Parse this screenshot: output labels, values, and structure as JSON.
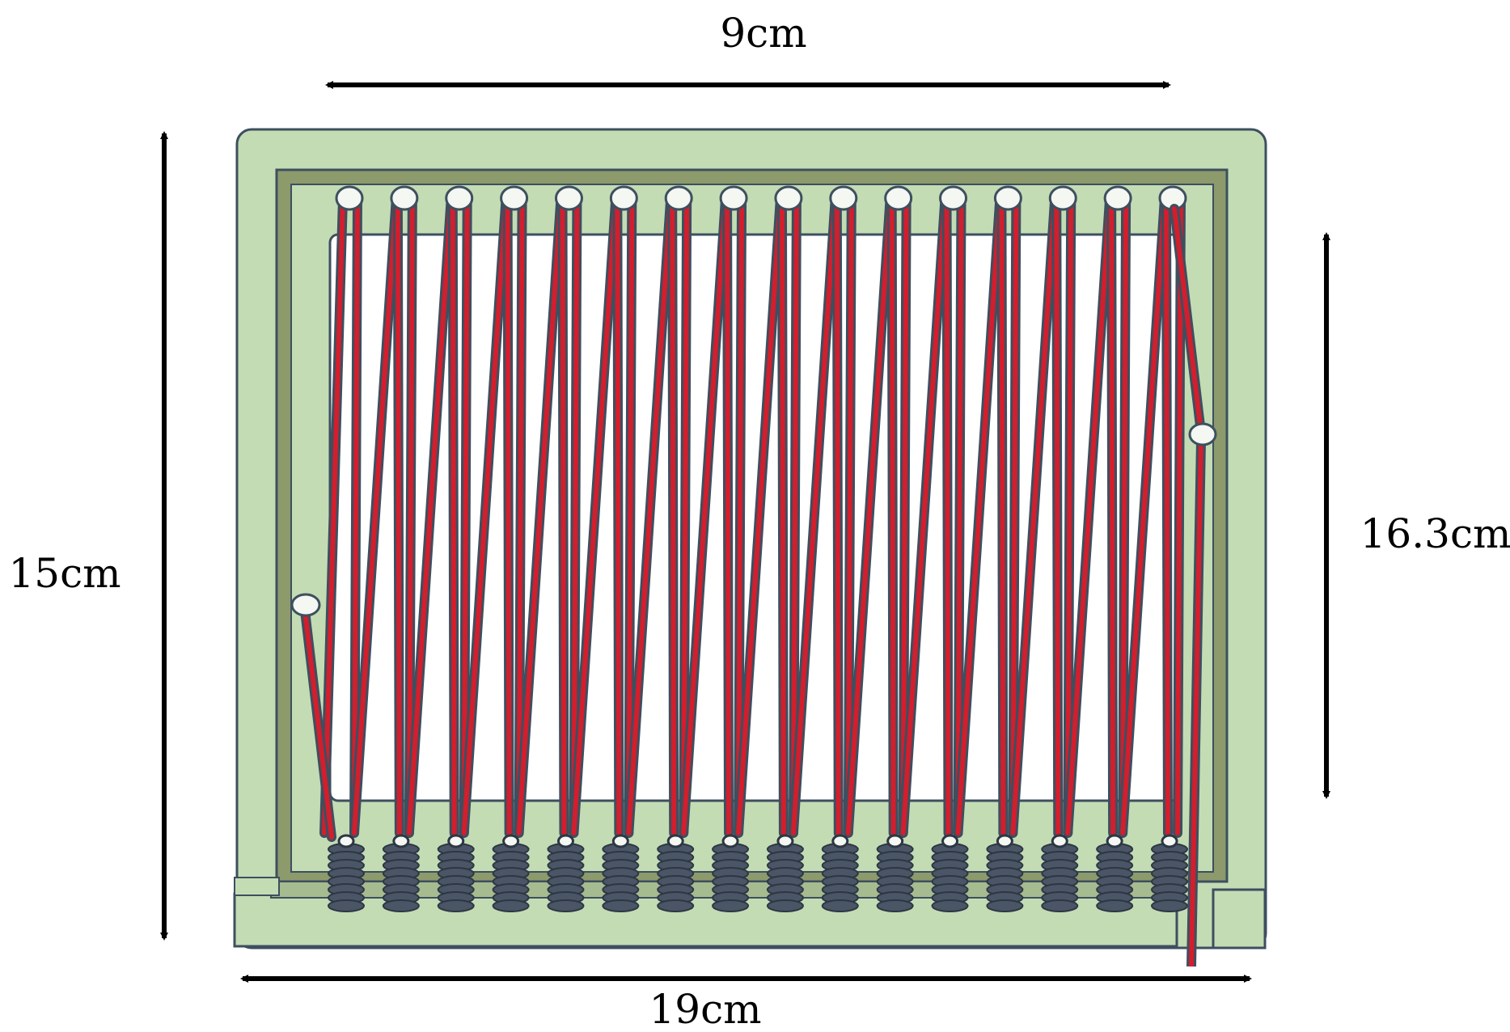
{
  "dimensions": {
    "top_width": "9cm",
    "left_height": "15cm",
    "right_height": "16.3cm",
    "bottom_width": "19cm"
  },
  "colors": {
    "frame": "#c3dcb4",
    "frame_inner_shadow": "#8c9a6c",
    "frame_outline": "#3e4f5f",
    "wire": "#d21e2d",
    "wire_outline": "#3e4f5f",
    "spring": "#4a5565",
    "peg": "#f4f7f2",
    "background": "#ffffff",
    "arrow": "#000000"
  },
  "diagram": {
    "pin_count": 16
  }
}
